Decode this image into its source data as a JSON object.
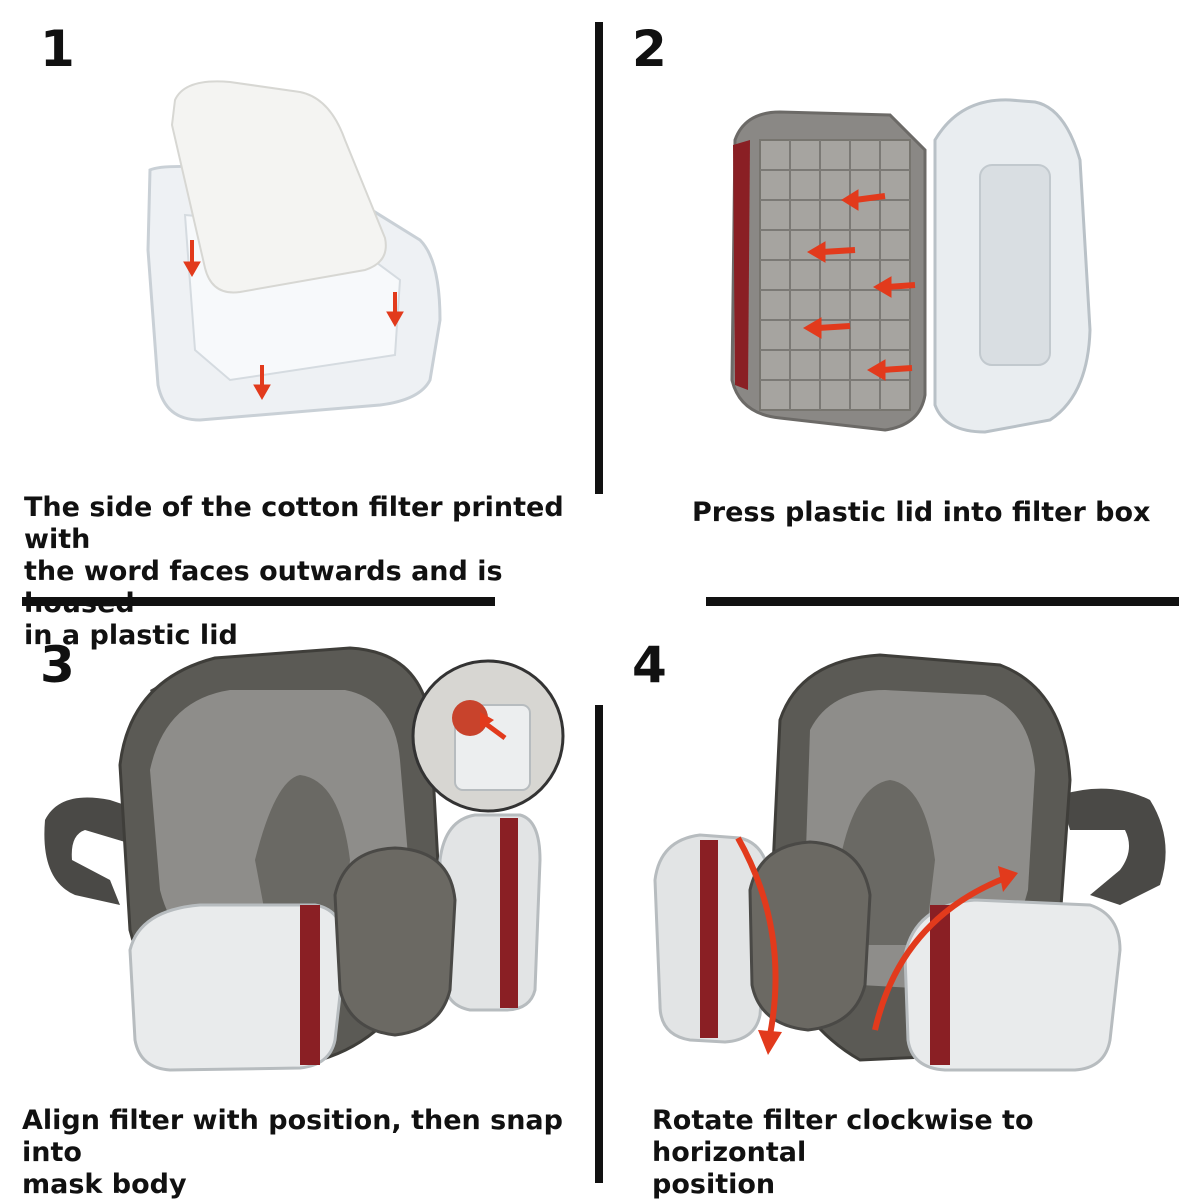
{
  "steps": [
    {
      "number": "1",
      "caption": "The side of the cotton filter printed with\nthe word faces outwards and is housed\nin a plastic lid"
    },
    {
      "number": "2",
      "caption": "Press plastic lid into filter box"
    },
    {
      "number": "3",
      "caption": "Align filter with position, then snap into\nmask body"
    },
    {
      "number": "4",
      "caption": "Rotate filter clockwise to horizontal\nposition"
    }
  ],
  "colors": {
    "text": "#111111",
    "divider": "#111111",
    "arrow_red": "#e23a1c",
    "mask_gray": "#5b5a55",
    "filter_red": "#8a1f24"
  }
}
